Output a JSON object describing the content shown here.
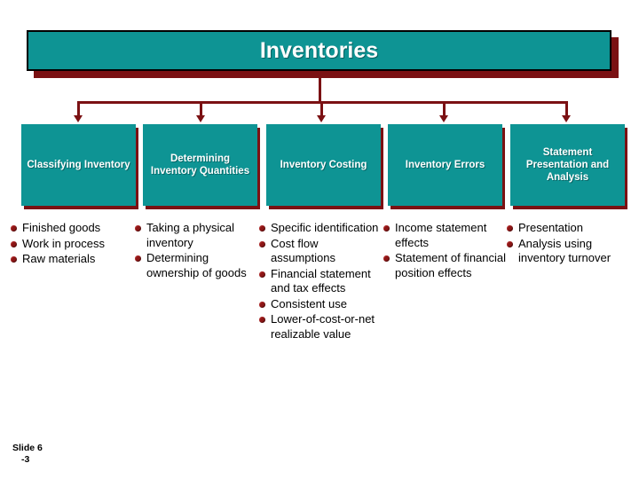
{
  "slide": {
    "title": "Inventories",
    "slide_number_line1": "Slide 6",
    "slide_number_line2": "-3",
    "colors": {
      "teal": "#0E9494",
      "dark_red": "#7B1113",
      "bullet_red": "#8C1616",
      "title_text": "#FFFFFF",
      "body_text": "#000000",
      "background": "#FFFFFF"
    },
    "columns": [
      {
        "header": "Classifying Inventory",
        "bullets": [
          "Finished goods",
          "Work in process",
          "Raw materials"
        ]
      },
      {
        "header": "Determining Inventory Quantities",
        "bullets": [
          "Taking a physical inventory",
          "Determining ownership of goods"
        ]
      },
      {
        "header": "Inventory Costing",
        "bullets": [
          "Specific identification",
          "Cost flow assumptions",
          "Financial statement and tax effects",
          "Consistent use",
          "Lower-of-cost-or-net realizable value"
        ]
      },
      {
        "header": "Inventory Errors",
        "bullets": [
          "Income statement effects",
          "Statement of financial position effects"
        ]
      },
      {
        "header": "Statement Presentation and Analysis",
        "bullets": [
          "Presentation",
          "Analysis using inventory turnover"
        ]
      }
    ]
  }
}
